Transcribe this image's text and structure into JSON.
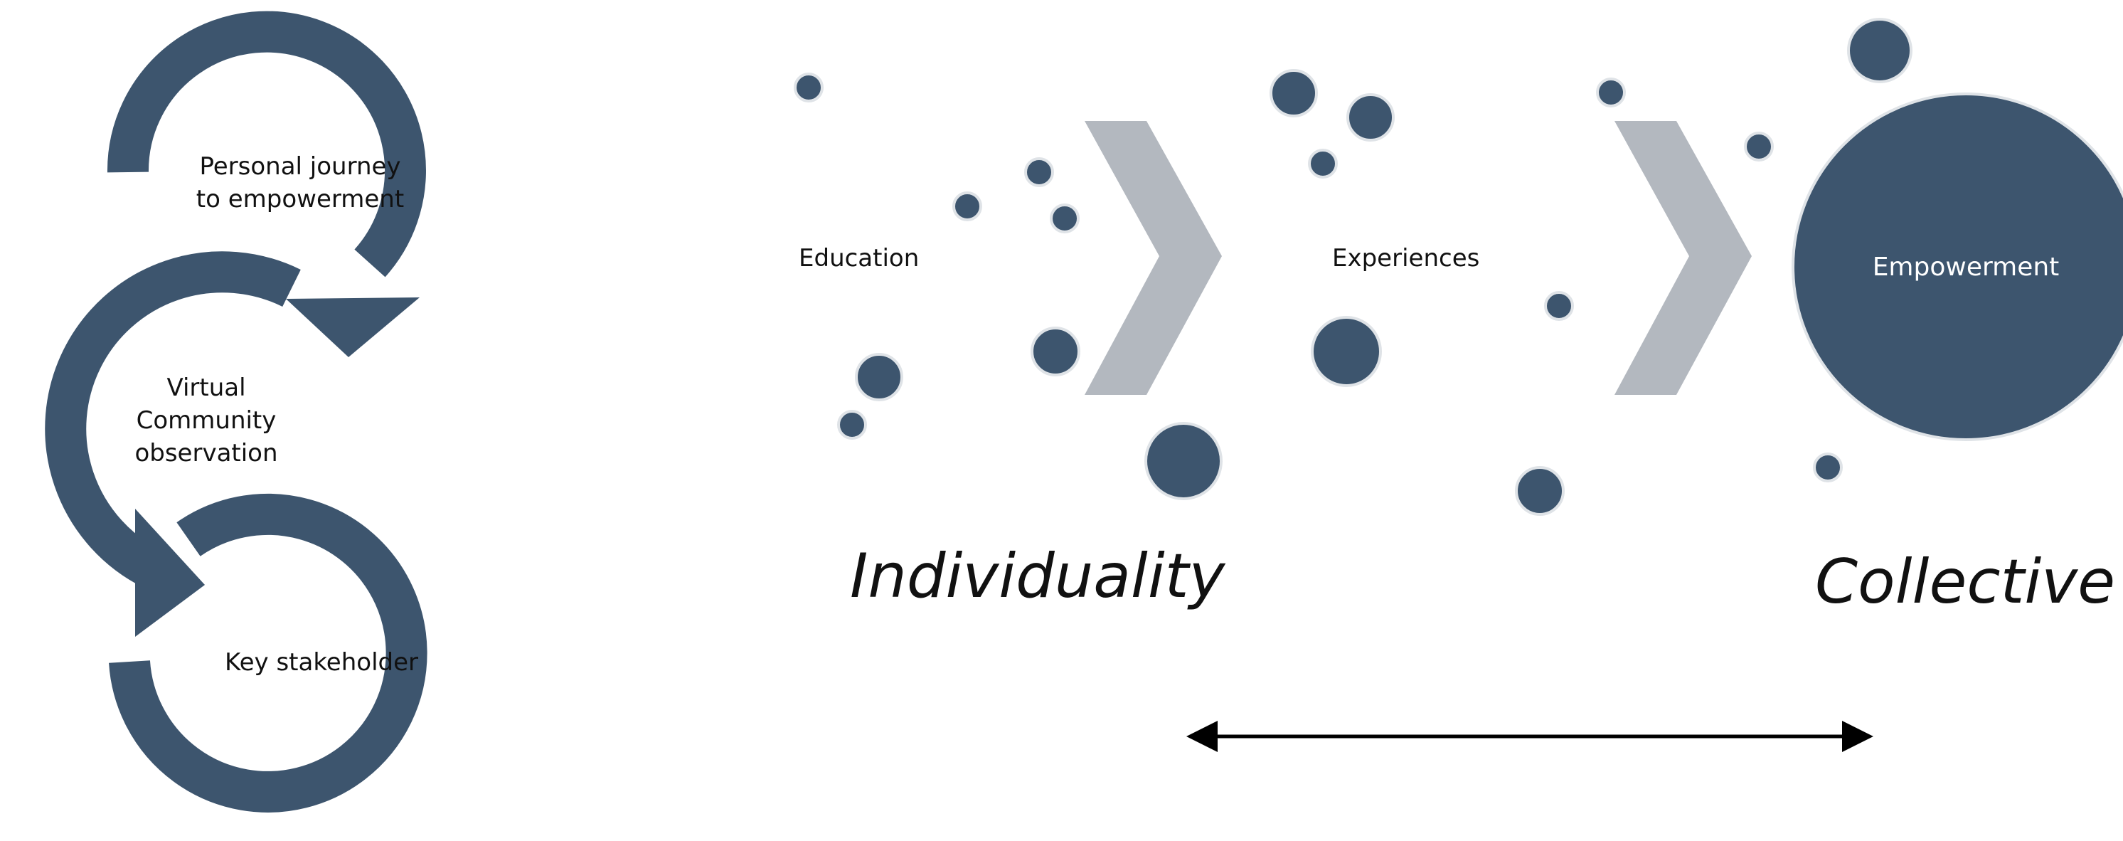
{
  "colors": {
    "circle": "#3d556e",
    "chevron": "#b3b8bf",
    "text": "#111111",
    "arrow": "#000000"
  },
  "cycle": {
    "step1": [
      "Personal journey",
      "to empowerment"
    ],
    "step2": [
      "Virtual",
      "Community",
      "observation"
    ],
    "step3": [
      "Key stakeholder"
    ]
  },
  "stages": {
    "education": "Education",
    "experiences": "Experiences",
    "empowerment": "Empowerment"
  },
  "axis": {
    "left_label": "Individuality",
    "right_label": "Collective"
  }
}
